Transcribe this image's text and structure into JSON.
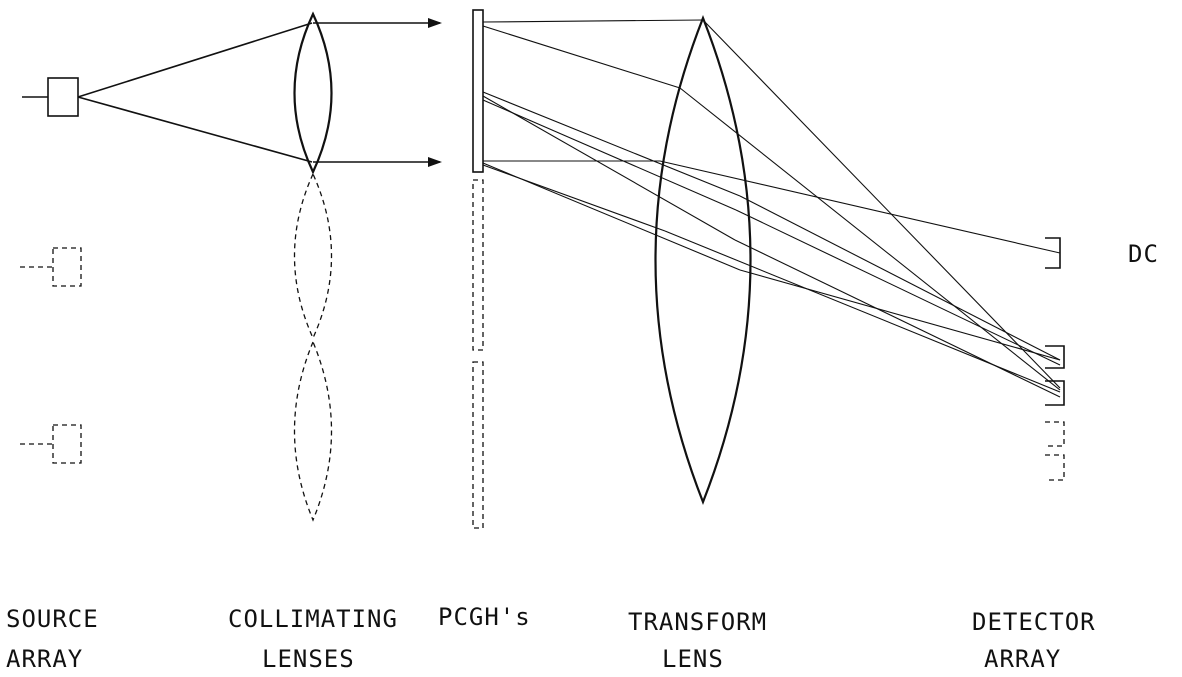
{
  "labels": {
    "source_line1": "SOURCE",
    "source_line2": "ARRAY",
    "collimating_line1": "COLLIMATING",
    "collimating_line2": "LENSES",
    "pcgh": "PCGH's",
    "transform_line1": "TRANSFORM",
    "transform_line2": "LENS",
    "detector_line1": "DETECTOR",
    "detector_line2": "ARRAY",
    "dc": "DC"
  }
}
